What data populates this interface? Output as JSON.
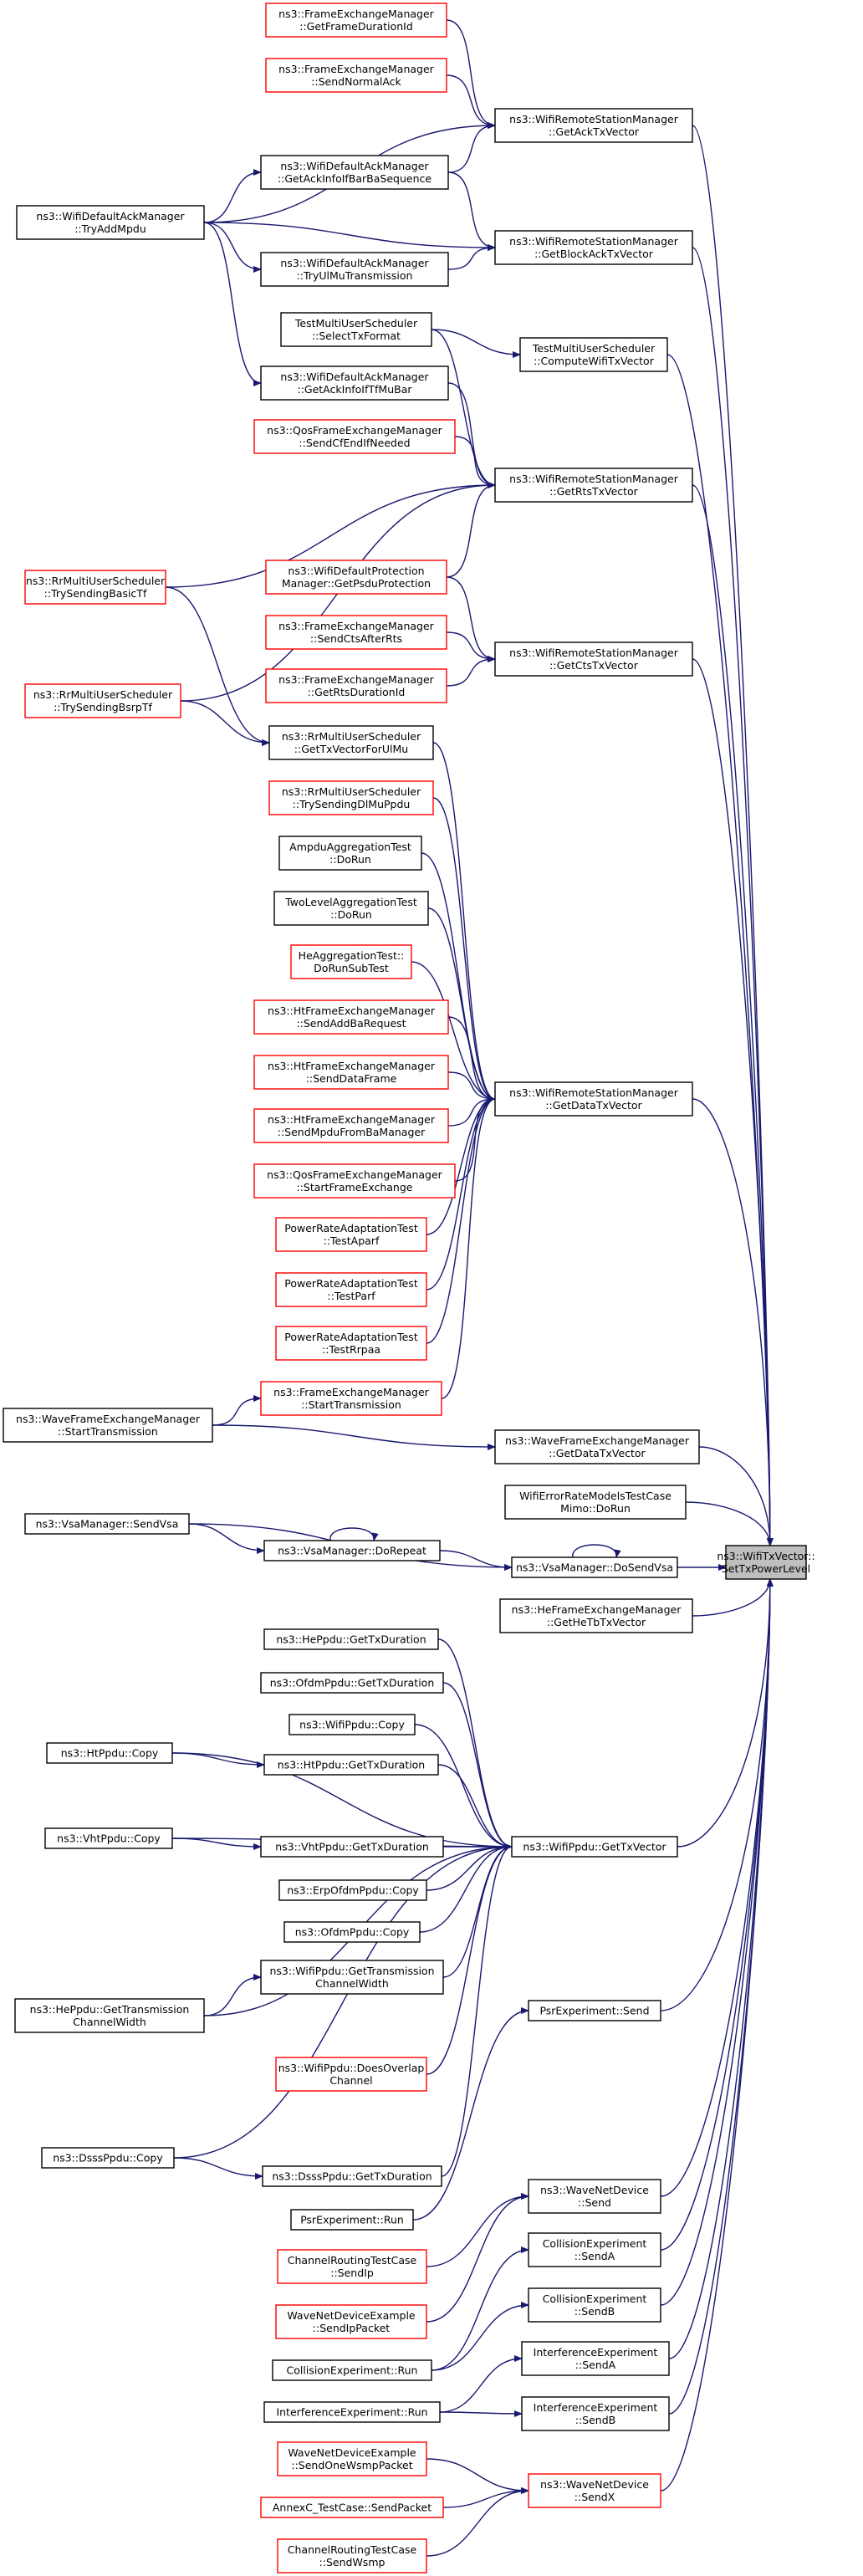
{
  "colors": {
    "edge": "#191970",
    "border_documented": "#000000",
    "border_undocumented": "#ff0000",
    "target_fill": "#bfbfbf"
  },
  "nodes": [
    {
      "id": "target",
      "lines": [
        "ns3::WifiTxVector::",
        "SetTxPowerLevel"
      ],
      "style": "target"
    },
    {
      "id": "getAckTxVector",
      "lines": [
        "ns3::WifiRemoteStationManager",
        "::GetAckTxVector"
      ],
      "style": "normal"
    },
    {
      "id": "getBlockAckTxVector",
      "lines": [
        "ns3::WifiRemoteStationManager",
        "::GetBlockAckTxVector"
      ],
      "style": "normal"
    },
    {
      "id": "computeWifiTxVector",
      "lines": [
        "TestMultiUserScheduler",
        "::ComputeWifiTxVector"
      ],
      "style": "normal"
    },
    {
      "id": "getRtsTxVector",
      "lines": [
        "ns3::WifiRemoteStationManager",
        "::GetRtsTxVector"
      ],
      "style": "normal"
    },
    {
      "id": "getCtsTxVector",
      "lines": [
        "ns3::WifiRemoteStationManager",
        "::GetCtsTxVector"
      ],
      "style": "normal"
    },
    {
      "id": "getDataTxVector",
      "lines": [
        "ns3::WifiRemoteStationManager",
        "::GetDataTxVector"
      ],
      "style": "normal"
    },
    {
      "id": "waveGetDataTxVector",
      "lines": [
        "ns3::WaveFrameExchangeManager",
        "::GetDataTxVector"
      ],
      "style": "normal"
    },
    {
      "id": "errorRateMimo",
      "lines": [
        "WifiErrorRateModelsTestCase",
        "Mimo::DoRun"
      ],
      "style": "normal"
    },
    {
      "id": "doSendVsa",
      "lines": [
        "ns3::VsaManager::DoSendVsa"
      ],
      "style": "normal"
    },
    {
      "id": "getHeTbTxVector",
      "lines": [
        "ns3::HeFrameExchangeManager",
        "::GetHeTbTxVector"
      ],
      "style": "normal"
    },
    {
      "id": "wifiPpduGetTxVector",
      "lines": [
        "ns3::WifiPpdu::GetTxVector"
      ],
      "style": "normal"
    },
    {
      "id": "psrSend",
      "lines": [
        "PsrExperiment::Send"
      ],
      "style": "normal"
    },
    {
      "id": "waveSend",
      "lines": [
        "ns3::WaveNetDevice",
        "::Send"
      ],
      "style": "normal"
    },
    {
      "id": "collSendA",
      "lines": [
        "CollisionExperiment",
        "::SendA"
      ],
      "style": "normal"
    },
    {
      "id": "collSendB",
      "lines": [
        "CollisionExperiment",
        "::SendB"
      ],
      "style": "normal"
    },
    {
      "id": "intSendA",
      "lines": [
        "InterferenceExperiment",
        "::SendA"
      ],
      "style": "normal"
    },
    {
      "id": "intSendB",
      "lines": [
        "InterferenceExperiment",
        "::SendB"
      ],
      "style": "normal"
    },
    {
      "id": "waveSendX",
      "lines": [
        "ns3::WaveNetDevice",
        "::SendX"
      ],
      "style": "undocumented"
    },
    {
      "id": "fdId",
      "lines": [
        "ns3::FrameExchangeManager",
        "::GetFrameDurationId"
      ],
      "style": "undocumented"
    },
    {
      "id": "sendNormalAck",
      "lines": [
        "ns3::FrameExchangeManager",
        "::SendNormalAck"
      ],
      "style": "undocumented"
    },
    {
      "id": "ackInfoBar",
      "lines": [
        "ns3::WifiDefaultAckManager",
        "::GetAckInfoIfBarBaSequence"
      ],
      "style": "normal"
    },
    {
      "id": "ulMu",
      "lines": [
        "ns3::WifiDefaultAckManager",
        "::TryUlMuTransmission"
      ],
      "style": "normal"
    },
    {
      "id": "selectTxFormat",
      "lines": [
        "TestMultiUserScheduler",
        "::SelectTxFormat"
      ],
      "style": "normal"
    },
    {
      "id": "ackInfoTf",
      "lines": [
        "ns3::WifiDefaultAckManager",
        "::GetAckInfoIfTfMuBar"
      ],
      "style": "normal"
    },
    {
      "id": "cfEnd",
      "lines": [
        "ns3::QosFrameExchangeManager",
        "::SendCfEndIfNeeded"
      ],
      "style": "undocumented"
    },
    {
      "id": "psduProt",
      "lines": [
        "ns3::WifiDefaultProtection",
        "Manager::GetPsduProtection"
      ],
      "style": "undocumented"
    },
    {
      "id": "ctsAfterRts",
      "lines": [
        "ns3::FrameExchangeManager",
        "::SendCtsAfterRts"
      ],
      "style": "undocumented"
    },
    {
      "id": "rtsDurId",
      "lines": [
        "ns3::FrameExchangeManager",
        "::GetRtsDurationId"
      ],
      "style": "undocumented"
    },
    {
      "id": "txVecUlMu",
      "lines": [
        "ns3::RrMultiUserScheduler",
        "::GetTxVectorForUlMu"
      ],
      "style": "normal"
    },
    {
      "id": "dlMuPpdu",
      "lines": [
        "ns3::RrMultiUserScheduler",
        "::TrySendingDlMuPpdu"
      ],
      "style": "undocumented"
    },
    {
      "id": "ampduAgg",
      "lines": [
        "AmpduAggregationTest",
        "::DoRun"
      ],
      "style": "normal"
    },
    {
      "id": "twoLevelAgg",
      "lines": [
        "TwoLevelAggregationTest",
        "::DoRun"
      ],
      "style": "normal"
    },
    {
      "id": "heAgg",
      "lines": [
        "HeAggregationTest::",
        "DoRunSubTest"
      ],
      "style": "undocumented"
    },
    {
      "id": "addBa",
      "lines": [
        "ns3::HtFrameExchangeManager",
        "::SendAddBaRequest"
      ],
      "style": "undocumented"
    },
    {
      "id": "sendDataFrame",
      "lines": [
        "ns3::HtFrameExchangeManager",
        "::SendDataFrame"
      ],
      "style": "undocumented"
    },
    {
      "id": "mpduFromBa",
      "lines": [
        "ns3::HtFrameExchangeManager",
        "::SendMpduFromBaManager"
      ],
      "style": "undocumented"
    },
    {
      "id": "startFrameEx",
      "lines": [
        "ns3::QosFrameExchangeManager",
        "::StartFrameExchange"
      ],
      "style": "undocumented"
    },
    {
      "id": "aparf",
      "lines": [
        "PowerRateAdaptationTest",
        "::TestAparf"
      ],
      "style": "undocumented"
    },
    {
      "id": "parf",
      "lines": [
        "PowerRateAdaptationTest",
        "::TestParf"
      ],
      "style": "undocumented"
    },
    {
      "id": "rrpaa",
      "lines": [
        "PowerRateAdaptationTest",
        "::TestRrpaa"
      ],
      "style": "undocumented"
    },
    {
      "id": "fmStartTx",
      "lines": [
        "ns3::FrameExchangeManager",
        "::StartTransmission"
      ],
      "style": "undocumented"
    },
    {
      "id": "doRepeat",
      "lines": [
        "ns3::VsaManager::DoRepeat"
      ],
      "style": "normal"
    },
    {
      "id": "hePpduDur",
      "lines": [
        "ns3::HePpdu::GetTxDuration"
      ],
      "style": "normal"
    },
    {
      "id": "ofdmPpduDur",
      "lines": [
        "ns3::OfdmPpdu::GetTxDuration"
      ],
      "style": "normal"
    },
    {
      "id": "wifiPpduCopy",
      "lines": [
        "ns3::WifiPpdu::Copy"
      ],
      "style": "normal"
    },
    {
      "id": "htPpduDur",
      "lines": [
        "ns3::HtPpdu::GetTxDuration"
      ],
      "style": "normal"
    },
    {
      "id": "vhtPpduDur",
      "lines": [
        "ns3::VhtPpdu::GetTxDuration"
      ],
      "style": "normal"
    },
    {
      "id": "erpCopy",
      "lines": [
        "ns3::ErpOfdmPpdu::Copy"
      ],
      "style": "normal"
    },
    {
      "id": "ofdmCopy",
      "lines": [
        "ns3::OfdmPpdu::Copy"
      ],
      "style": "normal"
    },
    {
      "id": "txChWidth",
      "lines": [
        "ns3::WifiPpdu::GetTransmission",
        "ChannelWidth"
      ],
      "style": "normal"
    },
    {
      "id": "doesOverlap",
      "lines": [
        "ns3::WifiPpdu::DoesOverlap",
        "Channel"
      ],
      "style": "undocumented"
    },
    {
      "id": "dsssDur",
      "lines": [
        "ns3::DsssPpdu::GetTxDuration"
      ],
      "style": "normal"
    },
    {
      "id": "psrRun",
      "lines": [
        "PsrExperiment::Run"
      ],
      "style": "normal"
    },
    {
      "id": "chRoutIp",
      "lines": [
        "ChannelRoutingTestCase",
        "::SendIp"
      ],
      "style": "undocumented"
    },
    {
      "id": "waveExIp",
      "lines": [
        "WaveNetDeviceExample",
        "::SendIpPacket"
      ],
      "style": "undocumented"
    },
    {
      "id": "collRun",
      "lines": [
        "CollisionExperiment::Run"
      ],
      "style": "normal"
    },
    {
      "id": "intRun",
      "lines": [
        "InterferenceExperiment::Run"
      ],
      "style": "normal"
    },
    {
      "id": "waveExWsmp",
      "lines": [
        "WaveNetDeviceExample",
        "::SendOneWsmpPacket"
      ],
      "style": "undocumented"
    },
    {
      "id": "annexC",
      "lines": [
        "AnnexC_TestCase::SendPacket"
      ],
      "style": "undocumented"
    },
    {
      "id": "chRoutWsmp",
      "lines": [
        "ChannelRoutingTestCase",
        "::SendWsmp"
      ],
      "style": "undocumented"
    },
    {
      "id": "tryAddMpdu",
      "lines": [
        "ns3::WifiDefaultAckManager",
        "::TryAddMpdu"
      ],
      "style": "normal"
    },
    {
      "id": "basicTf",
      "lines": [
        "ns3::RrMultiUserScheduler",
        "::TrySendingBasicTf"
      ],
      "style": "undocumented"
    },
    {
      "id": "bsrpTf",
      "lines": [
        "ns3::RrMultiUserScheduler",
        "::TrySendingBsrpTf"
      ],
      "style": "undocumented"
    },
    {
      "id": "waveStartTx",
      "lines": [
        "ns3::WaveFrameExchangeManager",
        "::StartTransmission"
      ],
      "style": "normal"
    },
    {
      "id": "sendVsa",
      "lines": [
        "ns3::VsaManager::SendVsa"
      ],
      "style": "normal"
    },
    {
      "id": "htCopy",
      "lines": [
        "ns3::HtPpdu::Copy"
      ],
      "style": "normal"
    },
    {
      "id": "vhtCopy",
      "lines": [
        "ns3::VhtPpdu::Copy"
      ],
      "style": "normal"
    },
    {
      "id": "heChWidth",
      "lines": [
        "ns3::HePpdu::GetTransmission",
        "ChannelWidth"
      ],
      "style": "normal"
    },
    {
      "id": "dsssCopy",
      "lines": [
        "ns3::DsssPpdu::Copy"
      ],
      "style": "normal"
    }
  ],
  "edges": [
    [
      "getAckTxVector",
      "target"
    ],
    [
      "getBlockAckTxVector",
      "target"
    ],
    [
      "computeWifiTxVector",
      "target"
    ],
    [
      "getRtsTxVector",
      "target"
    ],
    [
      "getCtsTxVector",
      "target"
    ],
    [
      "getDataTxVector",
      "target"
    ],
    [
      "waveGetDataTxVector",
      "target"
    ],
    [
      "errorRateMimo",
      "target"
    ],
    [
      "doSendVsa",
      "target"
    ],
    [
      "getHeTbTxVector",
      "target"
    ],
    [
      "wifiPpduGetTxVector",
      "target"
    ],
    [
      "psrSend",
      "target"
    ],
    [
      "waveSend",
      "target"
    ],
    [
      "collSendA",
      "target"
    ],
    [
      "collSendB",
      "target"
    ],
    [
      "intSendA",
      "target"
    ],
    [
      "intSendB",
      "target"
    ],
    [
      "waveSendX",
      "target"
    ],
    [
      "fdId",
      "getAckTxVector"
    ],
    [
      "sendNormalAck",
      "getAckTxVector"
    ],
    [
      "ackInfoBar",
      "getAckTxVector"
    ],
    [
      "tryAddMpdu",
      "getAckTxVector"
    ],
    [
      "tryAddMpdu",
      "getBlockAckTxVector"
    ],
    [
      "ackInfoBar",
      "getBlockAckTxVector"
    ],
    [
      "ulMu",
      "getBlockAckTxVector"
    ],
    [
      "tryAddMpdu",
      "ackInfoBar"
    ],
    [
      "tryAddMpdu",
      "ulMu"
    ],
    [
      "tryAddMpdu",
      "ackInfoTf"
    ],
    [
      "selectTxFormat",
      "computeWifiTxVector"
    ],
    [
      "selectTxFormat",
      "getRtsTxVector"
    ],
    [
      "ackInfoTf",
      "getRtsTxVector"
    ],
    [
      "cfEnd",
      "getRtsTxVector"
    ],
    [
      "basicTf",
      "getRtsTxVector"
    ],
    [
      "bsrpTf",
      "getRtsTxVector"
    ],
    [
      "psduProt",
      "getRtsTxVector"
    ],
    [
      "psduProt",
      "getCtsTxVector"
    ],
    [
      "ctsAfterRts",
      "getCtsTxVector"
    ],
    [
      "rtsDurId",
      "getCtsTxVector"
    ],
    [
      "basicTf",
      "txVecUlMu"
    ],
    [
      "bsrpTf",
      "txVecUlMu"
    ],
    [
      "txVecUlMu",
      "getDataTxVector"
    ],
    [
      "dlMuPpdu",
      "getDataTxVector"
    ],
    [
      "ampduAgg",
      "getDataTxVector"
    ],
    [
      "twoLevelAgg",
      "getDataTxVector"
    ],
    [
      "heAgg",
      "getDataTxVector"
    ],
    [
      "addBa",
      "getDataTxVector"
    ],
    [
      "sendDataFrame",
      "getDataTxVector"
    ],
    [
      "mpduFromBa",
      "getDataTxVector"
    ],
    [
      "startFrameEx",
      "getDataTxVector"
    ],
    [
      "aparf",
      "getDataTxVector"
    ],
    [
      "parf",
      "getDataTxVector"
    ],
    [
      "rrpaa",
      "getDataTxVector"
    ],
    [
      "fmStartTx",
      "getDataTxVector"
    ],
    [
      "waveStartTx",
      "fmStartTx"
    ],
    [
      "waveStartTx",
      "waveGetDataTxVector"
    ],
    [
      "sendVsa",
      "doSendVsa"
    ],
    [
      "sendVsa",
      "doRepeat"
    ],
    [
      "doRepeat",
      "doSendVsa"
    ],
    [
      "doRepeat",
      "doRepeat"
    ],
    [
      "doSendVsa",
      "doSendVsa"
    ],
    [
      "hePpduDur",
      "wifiPpduGetTxVector"
    ],
    [
      "ofdmPpduDur",
      "wifiPpduGetTxVector"
    ],
    [
      "wifiPpduCopy",
      "wifiPpduGetTxVector"
    ],
    [
      "htCopy",
      "wifiPpduGetTxVector"
    ],
    [
      "htCopy",
      "htPpduDur"
    ],
    [
      "htPpduDur",
      "wifiPpduGetTxVector"
    ],
    [
      "vhtCopy",
      "wifiPpduGetTxVector"
    ],
    [
      "vhtCopy",
      "vhtPpduDur"
    ],
    [
      "vhtPpduDur",
      "wifiPpduGetTxVector"
    ],
    [
      "erpCopy",
      "wifiPpduGetTxVector"
    ],
    [
      "ofdmCopy",
      "wifiPpduGetTxVector"
    ],
    [
      "txChWidth",
      "wifiPpduGetTxVector"
    ],
    [
      "heChWidth",
      "txChWidth"
    ],
    [
      "heChWidth",
      "wifiPpduGetTxVector"
    ],
    [
      "doesOverlap",
      "wifiPpduGetTxVector"
    ],
    [
      "dsssCopy",
      "wifiPpduGetTxVector"
    ],
    [
      "dsssCopy",
      "dsssDur"
    ],
    [
      "dsssDur",
      "wifiPpduGetTxVector"
    ],
    [
      "psrRun",
      "psrSend"
    ],
    [
      "chRoutIp",
      "waveSend"
    ],
    [
      "waveExIp",
      "waveSend"
    ],
    [
      "collRun",
      "collSendA"
    ],
    [
      "collRun",
      "collSendB"
    ],
    [
      "intRun",
      "intSendA"
    ],
    [
      "intRun",
      "intSendB"
    ],
    [
      "waveExWsmp",
      "waveSendX"
    ],
    [
      "annexC",
      "waveSendX"
    ],
    [
      "chRoutWsmp",
      "waveSendX"
    ]
  ]
}
